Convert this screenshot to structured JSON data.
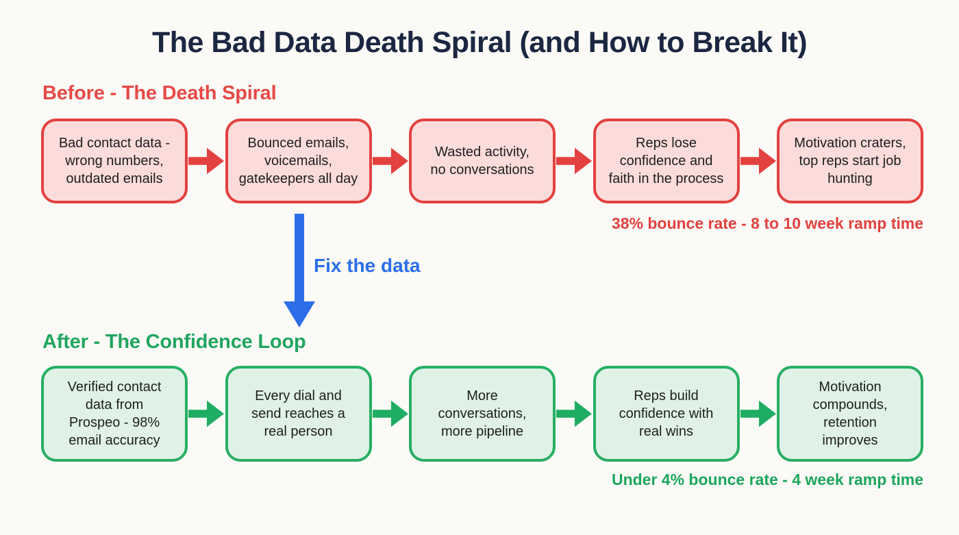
{
  "title": "The Bad Data Death Spiral (and How to Break It)",
  "colors": {
    "background": "#fbfaf6",
    "title_navy": "#1b2742",
    "red_border": "#e2413f",
    "red_fill": "#fbdcdb",
    "red_heading": "#e64946",
    "green_border": "#27ae63",
    "green_fill": "#dff2e5",
    "green_heading": "#21a55f",
    "blue_accent": "#2c6ee8",
    "box_text": "#1d1d1d"
  },
  "before": {
    "heading": "Before - The Death Spiral",
    "boxes": [
      "Bad contact data -\nwrong numbers,\noutdated emails",
      "Bounced emails,\nvoicemails,\ngatekeepers all day",
      "Wasted activity,\nno conversations",
      "Reps lose\nconfidence and\nfaith in the process",
      "Motivation craters,\ntop reps start job\nhunting"
    ],
    "caption": "38% bounce rate - 8 to 10 week ramp time"
  },
  "transition": {
    "label": "Fix the data"
  },
  "after": {
    "heading": "After - The Confidence Loop",
    "boxes": [
      "Verified contact\ndata from\nProspeo - 98%\nemail accuracy",
      "Every dial and\nsend reaches a\nreal person",
      "More\nconversations,\nmore pipeline",
      "Reps build\nconfidence with\nreal wins",
      "Motivation\ncompounds,\nretention\nimproves"
    ],
    "caption": "Under 4% bounce rate - 4 week ramp time"
  }
}
